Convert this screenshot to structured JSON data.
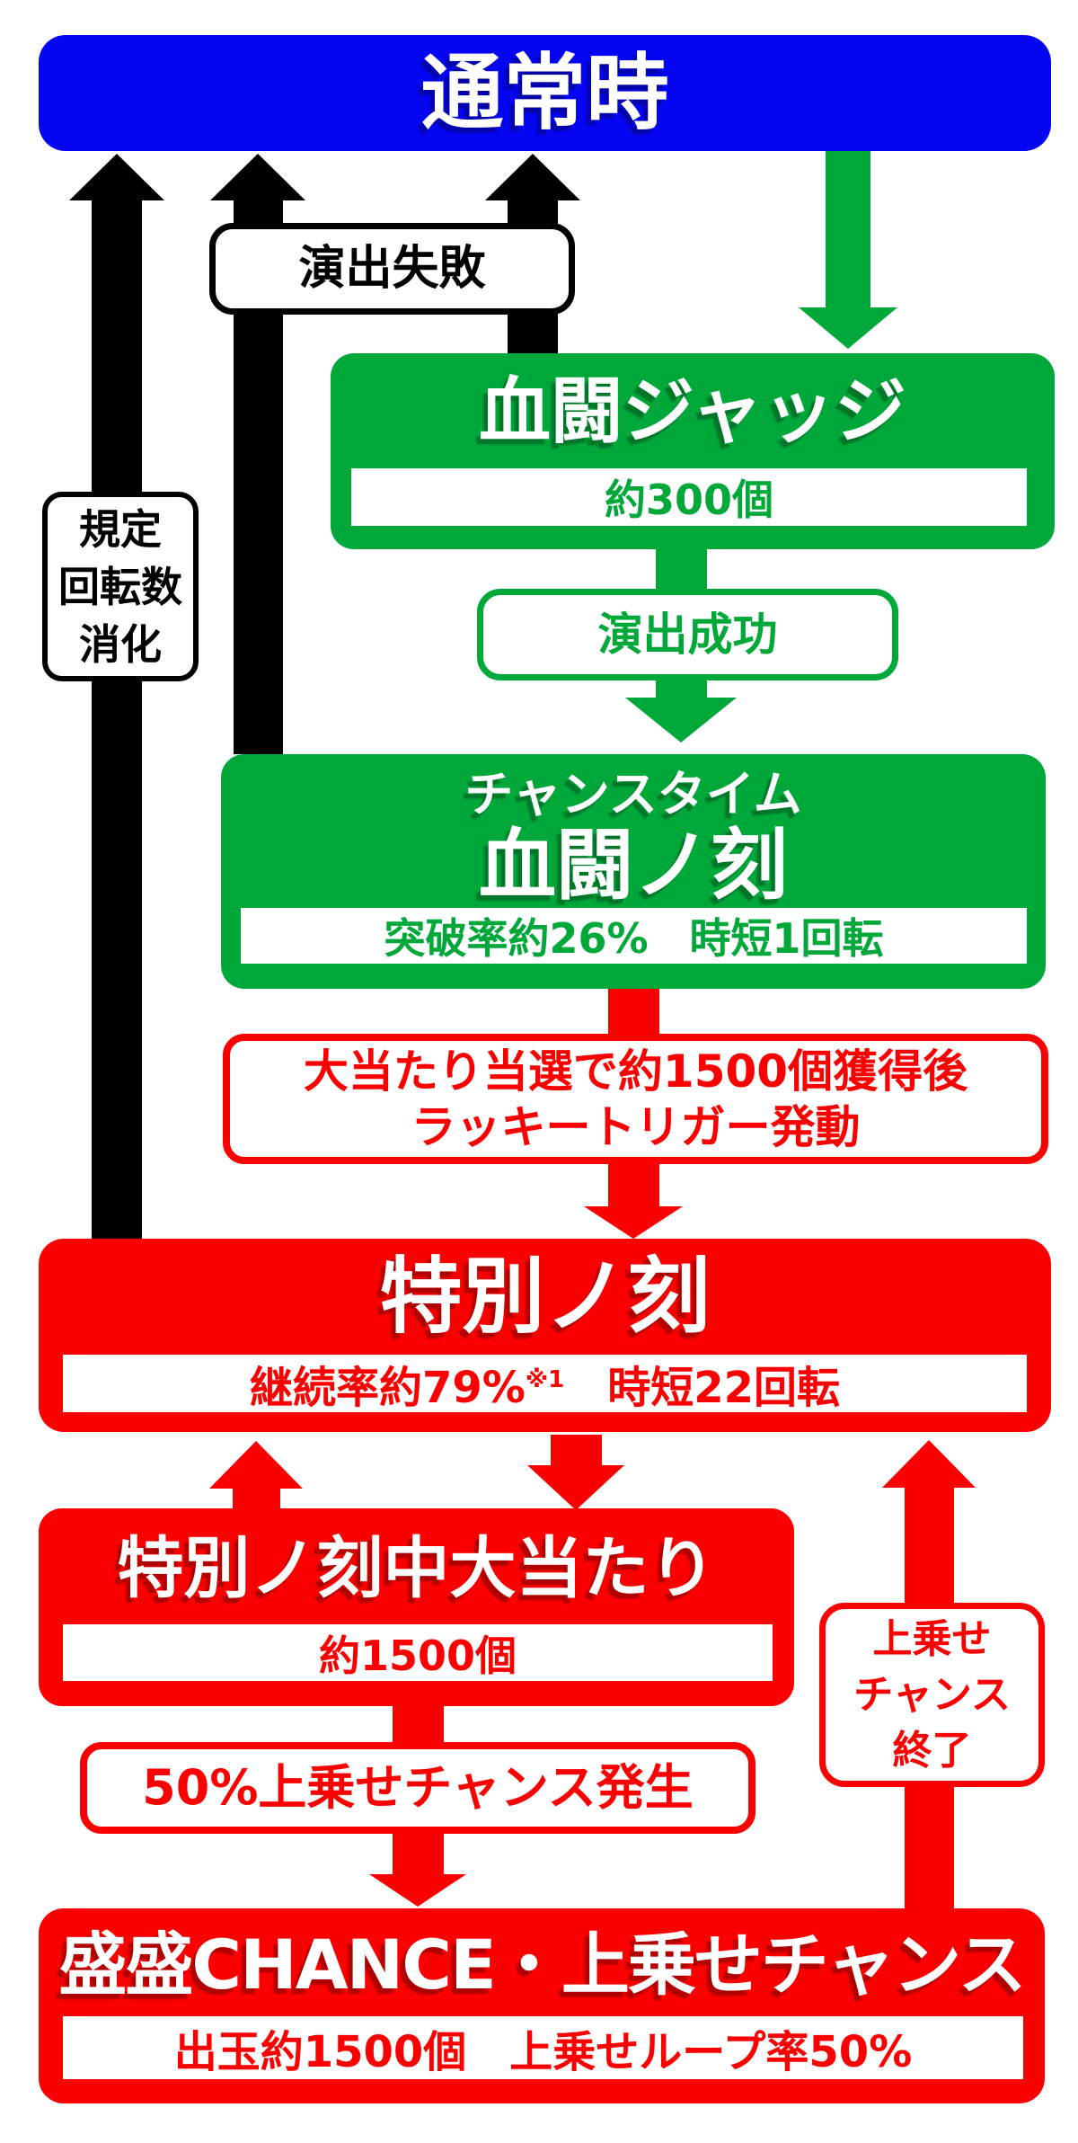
{
  "colors": {
    "blue": "#0505f2",
    "green": "#00a83a",
    "red": "#fb0000",
    "black": "#000000",
    "white": "#ffffff"
  },
  "flow": {
    "normal": {
      "title": "通常時"
    },
    "kitei": {
      "lines": [
        "規定",
        "回転数",
        "消化"
      ]
    },
    "enshutsu_shippai": {
      "label": "演出失敗"
    },
    "kettou_judge": {
      "title": "血闘ジャッジ",
      "payout": "約300個"
    },
    "enshutsu_seikou": {
      "label": "演出成功"
    },
    "kettou_no_koku": {
      "subtitle": "チャンスタイム",
      "title": "血闘ノ刻",
      "stats": "突破率約26%　時短1回転"
    },
    "lucky_trigger": {
      "line1": "大当たり当選で約1500個獲得後",
      "line2": "ラッキートリガー発動"
    },
    "tokubetsu_no_koku": {
      "title": "特別ノ刻",
      "stats_prefix": "継続率約79%",
      "stats_note": "※1",
      "stats_suffix": "　時短22回転"
    },
    "tokubetsu_jackpot": {
      "title": "特別ノ刻中大当たり",
      "payout": "約1500個"
    },
    "uwanose_hassei": {
      "label": "50%上乗せチャンス発生"
    },
    "uwanose_end": {
      "lines": [
        "上乗せ",
        "チャンス",
        "終了"
      ]
    },
    "morimori": {
      "title": "盛盛CHANCE・上乗せチャンス",
      "stats": "出玉約1500個　上乗せループ率50%"
    }
  }
}
